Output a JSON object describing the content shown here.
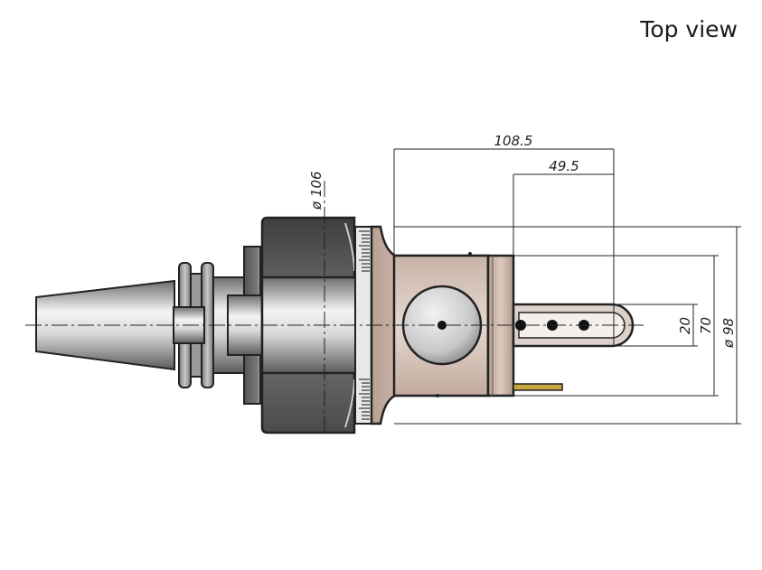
{
  "view_title": "Top view",
  "dimensions": {
    "overall_length": "108.5",
    "tip_length": "49.5",
    "head_diameter": "ø 106",
    "body_diameter": "ø 98",
    "body_height": "70",
    "slot_width": "20"
  }
}
